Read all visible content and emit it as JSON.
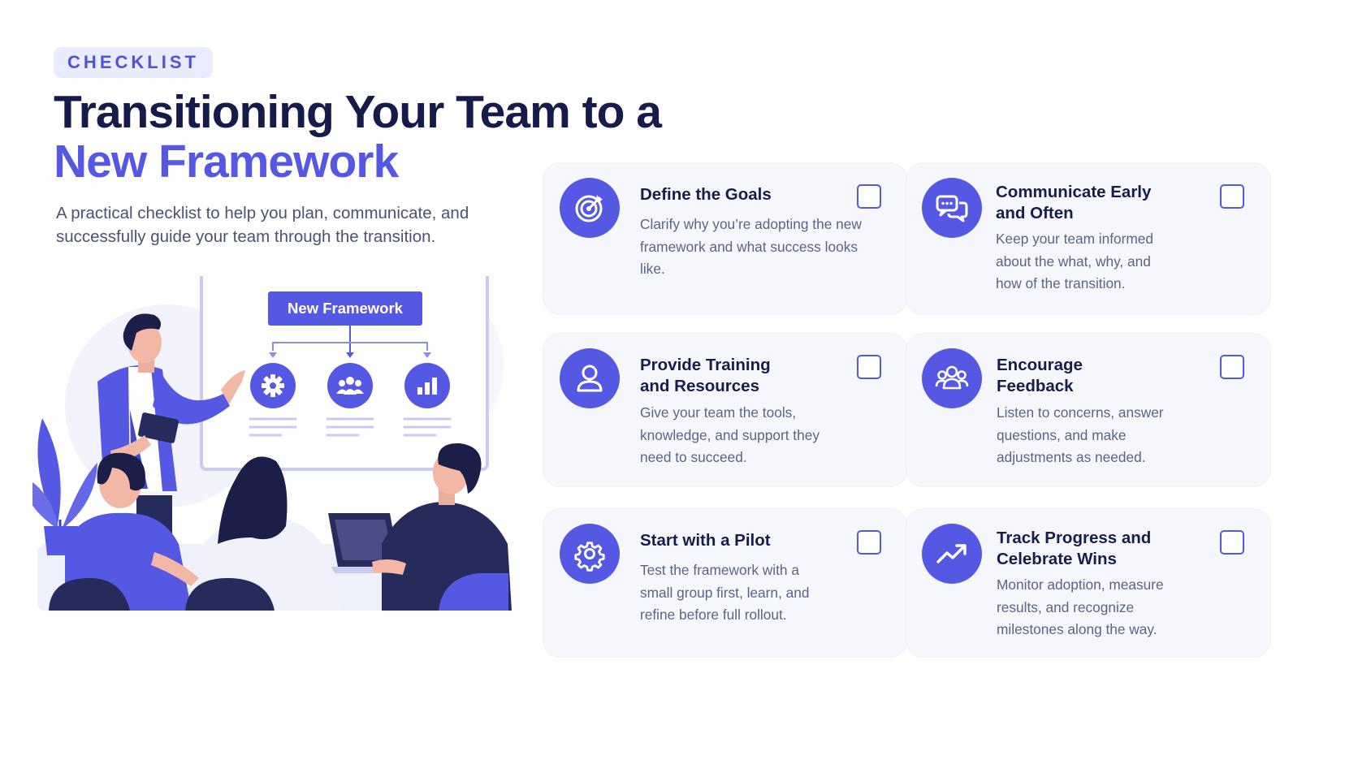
{
  "badge": "CHECKLIST",
  "title": {
    "line1": "Transitioning Your Team to a",
    "line2": "New Framework"
  },
  "subtitle": "A practical checklist to help you plan, communicate, and successfully guide your team through the transition.",
  "illustration": {
    "board_label": "New Framework"
  },
  "colors": {
    "accent": "#5558e3",
    "heading": "#161c4a",
    "card_bg": "#f6f7fd",
    "badge_bg": "#e9ebff"
  },
  "items": [
    {
      "icon": "target-icon",
      "title": "Define the Goals",
      "description": "Clarify why you’re adopting the new framework and what success looks like.",
      "checked": false
    },
    {
      "icon": "chat-bubbles-icon",
      "title": "Communicate Early and Often",
      "description": "Keep your team informed about the what, why, and how of the transition.",
      "checked": false
    },
    {
      "icon": "person-icon",
      "title": "Provide Training and Resources",
      "description": "Give your team the tools, knowledge, and support they need to succeed.",
      "checked": false
    },
    {
      "icon": "group-icon",
      "title": "Encourage Feedback",
      "description": "Listen to concerns, answer questions, and make adjustments as needed.",
      "checked": false
    },
    {
      "icon": "gear-icon",
      "title": "Start with a Pilot",
      "description": "Test the framework with a small group first, learn, and refine before full rollout.",
      "checked": false
    },
    {
      "icon": "trend-up-icon",
      "title": "Track Progress and Celebrate Wins",
      "description": "Monitor adoption, measure results, and recognize milestones along the way.",
      "checked": false
    }
  ]
}
